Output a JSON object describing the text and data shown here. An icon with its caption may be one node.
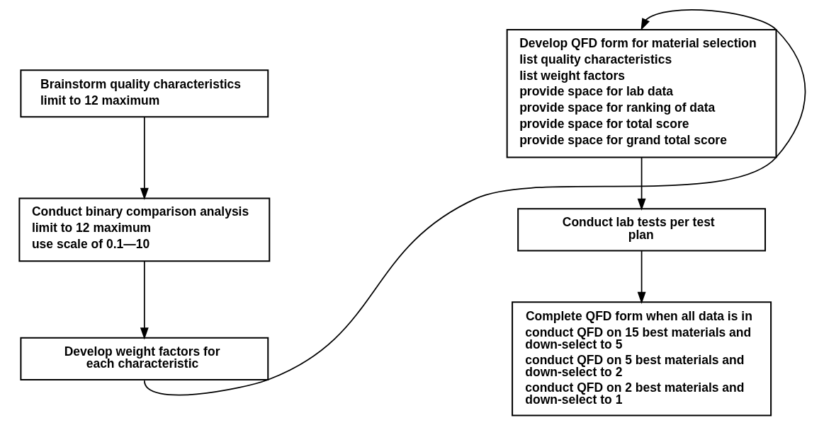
{
  "diagram": {
    "nodes": [
      {
        "text": [
          "Brainstorm quality characteristics",
          "limit to 12 maximum"
        ]
      },
      {
        "text": [
          "Conduct binary comparison analysis",
          "limit to 12 maximum",
          "use scale of 0.1—10"
        ]
      },
      {
        "text": [
          "Develop weight factors for each characteristic"
        ]
      },
      {
        "text": [
          "Develop QFD form for material selection",
          "list quality characteristics",
          "list weight factors",
          "provide space for lab data",
          "provide space for ranking of data",
          "provide space for total score",
          "provide space for grand total score"
        ]
      },
      {
        "text": [
          "Conduct lab tests per test plan"
        ]
      },
      {
        "text": [
          "Complete QFD form when all data is in",
          "conduct QFD on 15 best materials and down-select to 5",
          "conduct QFD on 5 best materials and down-select to 2",
          "conduct QFD on 2 best materials and down-select to 1"
        ]
      }
    ],
    "edges": [
      {
        "from": 0,
        "to": 1,
        "arrow": "to"
      },
      {
        "from": 1,
        "to": 2,
        "arrow": "to"
      },
      {
        "from": 2,
        "to": 3,
        "arrow": "to"
      },
      {
        "from": 3,
        "to": 4,
        "arrow": "to"
      },
      {
        "from": 4,
        "to": 5,
        "arrow": "to"
      }
    ]
  }
}
